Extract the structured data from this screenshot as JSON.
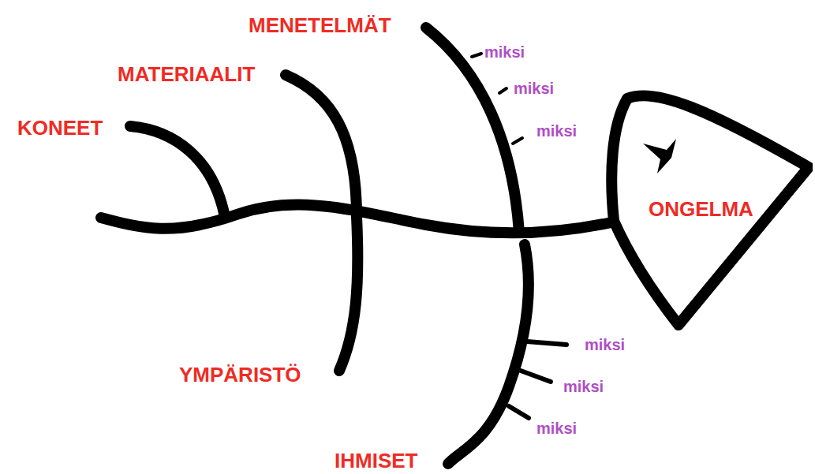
{
  "diagram": {
    "nodes": [
      {
        "text": [
          "ONGELMA"
        ]
      }
    ],
    "labels": [
      "MENETELMÄT",
      "miksi",
      "miksi",
      "miksi",
      "MATERIAALIT",
      "KONEET",
      "YMPÄRISTÖ",
      "miksi",
      "miksi",
      "miksi",
      "IHMISET"
    ]
  }
}
